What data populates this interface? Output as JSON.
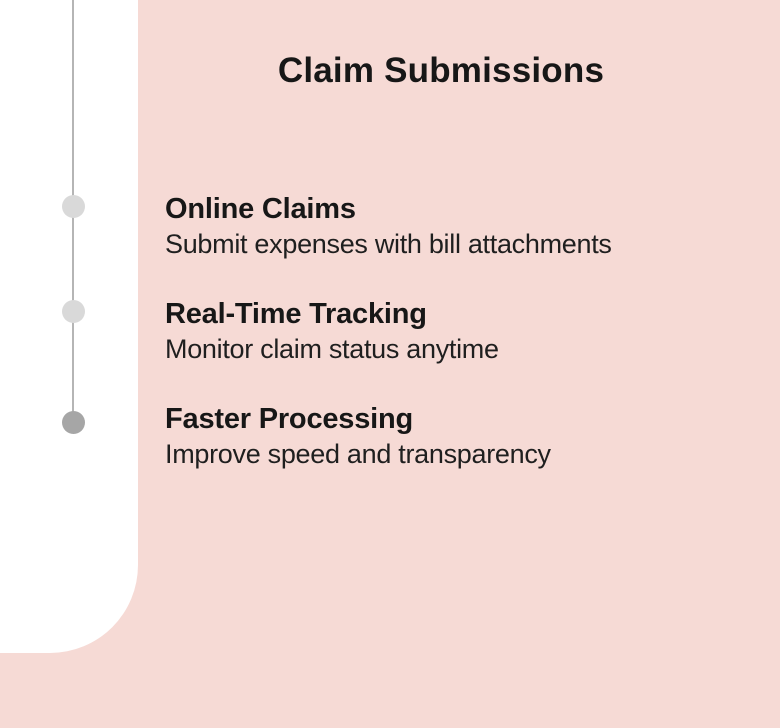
{
  "slide": {
    "title": "Claim Submissions",
    "colors": {
      "background": "#f6dad5",
      "panel": "#ffffff",
      "line": "#b5b5b5",
      "heading_text": "#171717",
      "body_text": "#1f1f1f"
    }
  },
  "timeline": {
    "items": [
      {
        "heading": "Online Claims",
        "description": "Submit expenses with bill attachments",
        "dot_color": "#d9d9d9"
      },
      {
        "heading": "Real-Time Tracking",
        "description": "Monitor claim status anytime",
        "dot_color": "#d9d9d9"
      },
      {
        "heading": "Faster Processing",
        "description": "Improve speed and transparency",
        "dot_color": "#a6a6a6"
      }
    ]
  }
}
